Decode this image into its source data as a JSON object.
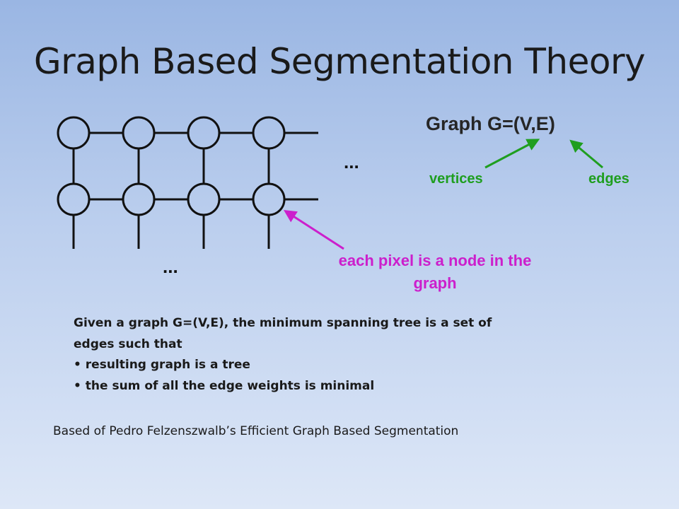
{
  "slide": {
    "title": "Graph Based Segmentation Theory",
    "graph_label": "Graph G=(V,E)",
    "vertices_label": "vertices",
    "edges_label": "edges",
    "ellipsis_right": "...",
    "ellipsis_bottom": "...",
    "node_callout": "each pixel is a node in the graph",
    "body_line1": "Given a graph G=(V,E), the minimum spanning tree is a set of edges such that",
    "bullets": [
      "• resulting graph is a tree",
      "• the sum of all the edge weights is minimal"
    ],
    "footer": "Based of Pedro Felzenszwalb’s Efficient Graph Based Segmentation"
  },
  "colors": {
    "green": "#1f9e1f",
    "magenta": "#cc1fcc",
    "line": "#111111"
  }
}
